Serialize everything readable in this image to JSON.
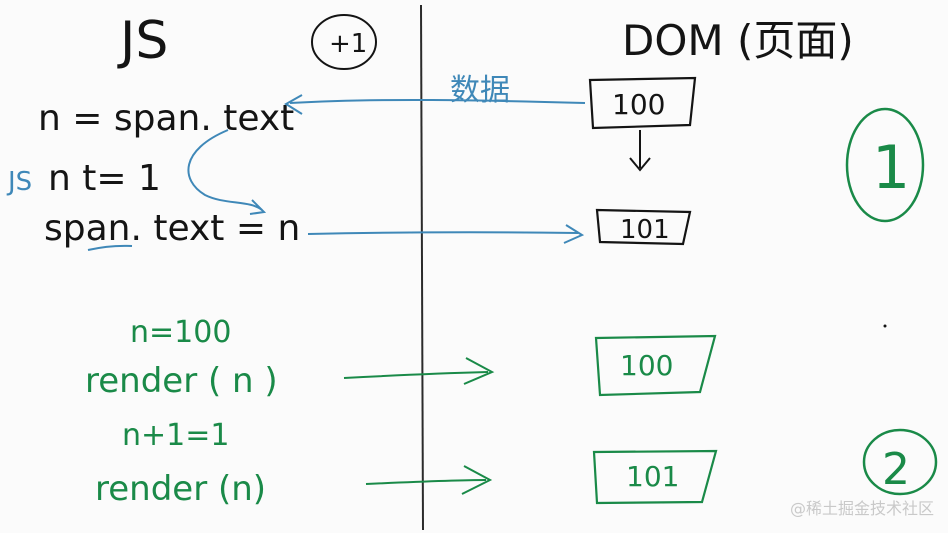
{
  "columns": {
    "left_title": "JS",
    "left_badge": "+1",
    "right_title": "DOM (页面)"
  },
  "top_flow": {
    "read_line": "n = span. text",
    "increment_line": "n t= 1",
    "write_line": "span. text = n",
    "js_note": "JS",
    "data_note": "数据",
    "dom_before": "100",
    "dom_after": "101",
    "step_number": "1"
  },
  "bottom_flow": {
    "assign_line": "n=100",
    "render_line_1": "render ( n )",
    "increment_line": "n+1=1",
    "render_line_2": "render (n)",
    "dom_box_1": "100",
    "dom_box_2": "101",
    "step_number": "2"
  },
  "colors": {
    "black_ink": "#141414",
    "blue_ink": "#3f88b8",
    "green_ink": "#1a8a48"
  },
  "watermark": "@稀土掘金技术社区"
}
